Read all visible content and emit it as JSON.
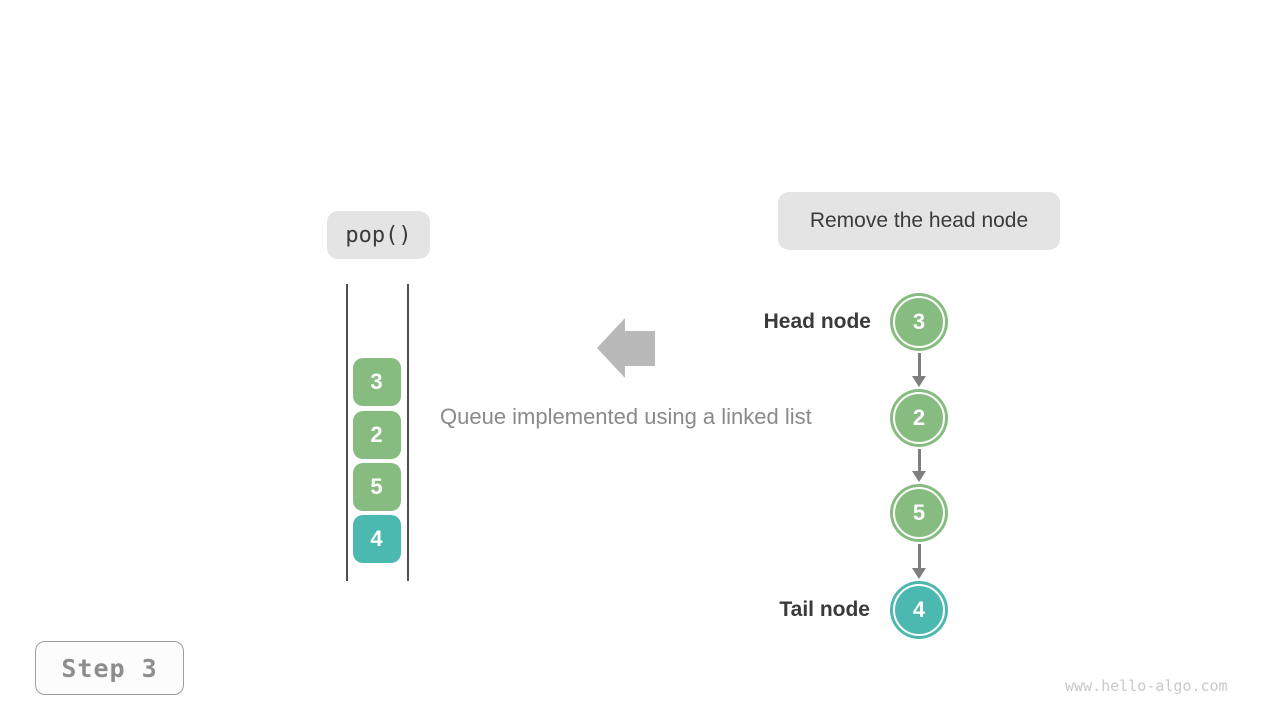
{
  "operation": {
    "label": "pop()"
  },
  "annotation": {
    "label": "Remove the head node"
  },
  "caption": {
    "text": "Queue implemented using a linked list"
  },
  "labels": {
    "head": "Head node",
    "tail": "Tail node"
  },
  "step_badge": {
    "text": "Step 3"
  },
  "watermark": {
    "text": "www.hello-algo.com"
  },
  "colors": {
    "green": "#87bc80",
    "teal": "#4bb9af",
    "box_gray": "#e4e4e4",
    "connector_gray": "#7f7f7f",
    "block_arrow_gray": "#b9b9b9",
    "text_dark": "#3b3b3b",
    "text_gray": "#8a8a8a"
  },
  "queue_stack": {
    "items": [
      {
        "value": "3",
        "color": "green"
      },
      {
        "value": "2",
        "color": "green"
      },
      {
        "value": "5",
        "color": "green"
      },
      {
        "value": "4",
        "color": "teal"
      }
    ]
  },
  "linked_list": {
    "nodes": [
      {
        "value": "3",
        "color": "green",
        "role": "head"
      },
      {
        "value": "2",
        "color": "green",
        "role": ""
      },
      {
        "value": "5",
        "color": "green",
        "role": ""
      },
      {
        "value": "4",
        "color": "teal",
        "role": "tail"
      }
    ]
  }
}
